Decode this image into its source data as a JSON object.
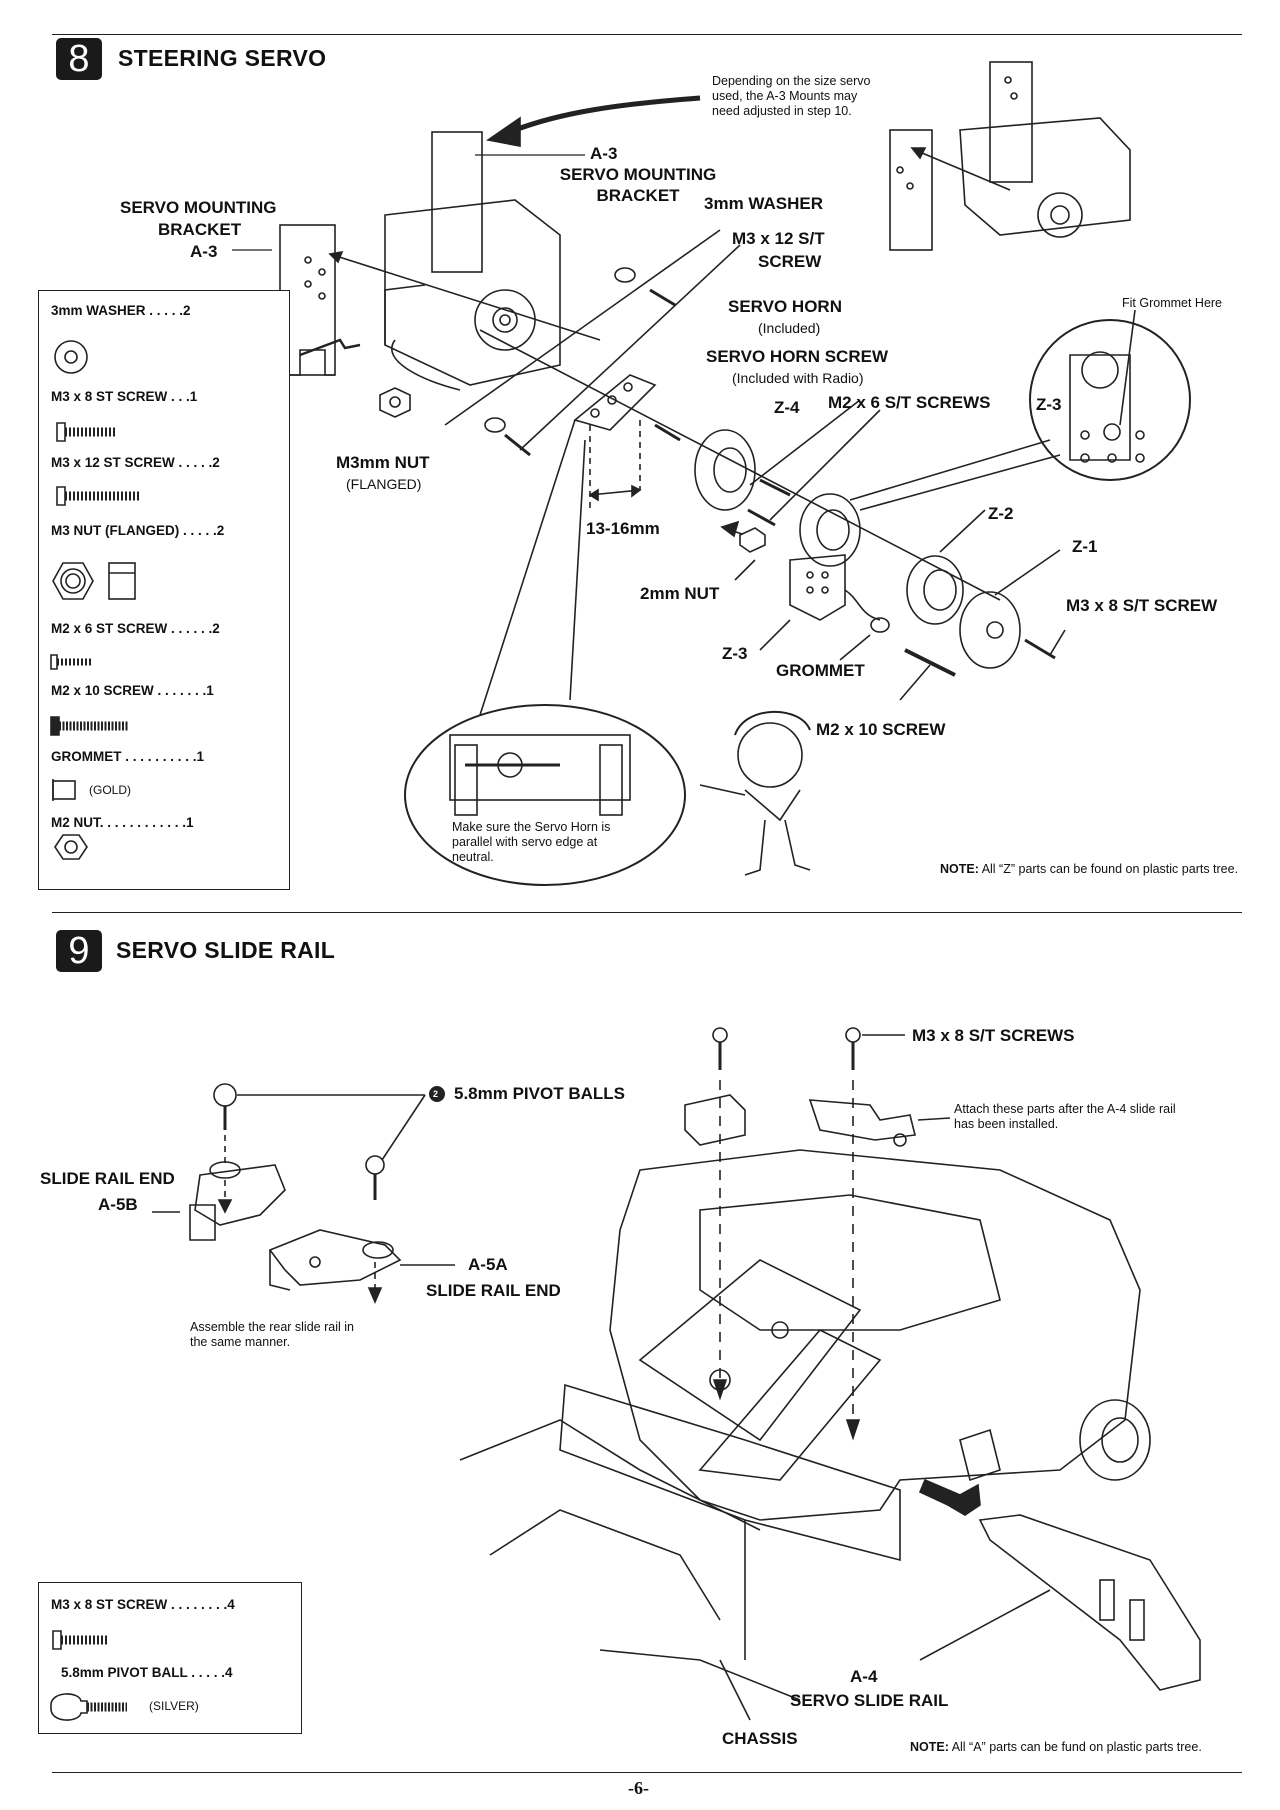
{
  "step8": {
    "number": "8",
    "title": "STEERING SERVO",
    "note_size": "Depending on the size servo used, the A-3 Mounts may need adjusted in step 10.",
    "labels": {
      "a3_top": "A-3",
      "servo_mounting_bracket_right": "SERVO MOUNTING BRACKET",
      "servo_mounting_bracket_left_1": "SERVO MOUNTING",
      "servo_mounting_bracket_left_2": "BRACKET",
      "servo_mounting_bracket_left_3": "A-3",
      "washer": "3mm WASHER",
      "m3x12_1": "M3 x 12 S/T",
      "m3x12_2": "SCREW",
      "servo_horn": "SERVO HORN",
      "servo_horn_sub": "(Included)",
      "servo_horn_screw": "SERVO HORN SCREW",
      "servo_horn_screw_sub": "(Included with Radio)",
      "z4": "Z-4",
      "m2x6": "M2 x 6 S/T SCREWS",
      "z3_inset": "Z-3",
      "fit_grommet": "Fit Grommet Here",
      "m3_nut_1": "M3mm NUT",
      "m3_nut_2": "(FLANGED)",
      "measure": "13-16mm",
      "z2": "Z-2",
      "z1": "Z-1",
      "nut2": "2mm NUT",
      "m3x8": "M3 x 8 S/T SCREW",
      "z3": "Z-3",
      "grommet": "GROMMET",
      "m2x10": "M2 x 10 SCREW",
      "horn_tip": "Make sure the Servo Horn is parallel with servo edge at neutral.",
      "note_label": "NOTE:",
      "note_text": "All “Z” parts can be found on plastic parts tree."
    },
    "parts": [
      {
        "name": "3mm WASHER . . . . .2"
      },
      {
        "name": "M3 x 8 ST SCREW . . .1"
      },
      {
        "name": "M3 x 12 ST SCREW . . . . .2"
      },
      {
        "name": "M3 NUT (FLANGED) . . . . .2"
      },
      {
        "name": "M2 x 6 ST SCREW . . . . . .2"
      },
      {
        "name": "M2 x 10 SCREW . . . . . . .1"
      },
      {
        "name": "GROMMET . . . . . . . . . .1"
      },
      {
        "name": "M2 NUT. . . . . . . . . . . .1"
      }
    ],
    "grommet_color": "(GOLD)"
  },
  "step9": {
    "number": "9",
    "title": "SERVO SLIDE RAIL",
    "labels": {
      "m3x8_screws": "M3 x 8 S/T SCREWS",
      "pivot_balls": "5.8mm PIVOT BALLS",
      "pivot_marker": "2",
      "attach_note": "Attach these parts after the A-4 slide rail has been installed.",
      "slide_rail_end_1": "SLIDE RAIL END",
      "slide_rail_end_2": "A-5B",
      "a5a": "A-5A",
      "slide_rail_end_a": "SLIDE RAIL END",
      "assemble_note": "Assemble the rear slide rail in the same manner.",
      "a4": "A-4",
      "servo_slide_rail": "SERVO SLIDE RAIL",
      "chassis": "CHASSIS",
      "note_label": "NOTE:",
      "note_text": "All “A” parts can be fund on plastic parts tree."
    },
    "parts": [
      {
        "name": "M3 x 8 ST SCREW . . . . . . . .4"
      },
      {
        "name": "5.8mm PIVOT BALL . . . . .4"
      }
    ],
    "pivot_ball_color": "(SILVER)"
  },
  "page_number": "-6-"
}
